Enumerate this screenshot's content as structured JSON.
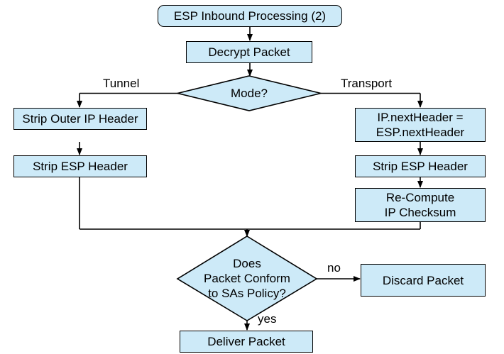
{
  "diagram": {
    "title": "ESP Inbound Processing (2)",
    "type": "flowchart",
    "theme": {
      "node_fill": "#cdeaf8",
      "node_stroke": "#000000",
      "canvas": "#ffffff",
      "text": "#000000"
    },
    "nodes": [
      {
        "id": "start",
        "shape": "rounded",
        "label": "ESP Inbound Processing (2)"
      },
      {
        "id": "decrypt",
        "shape": "rectangle",
        "label": "Decrypt Packet"
      },
      {
        "id": "mode",
        "shape": "diamond",
        "label": "Mode?"
      },
      {
        "id": "strip_outer_ip",
        "shape": "rectangle",
        "label": "Strip Outer IP Header"
      },
      {
        "id": "strip_esp_tunnel",
        "shape": "rectangle",
        "label": "Strip ESP Header"
      },
      {
        "id": "next_header",
        "shape": "rectangle",
        "label": "IP.nextHeader =\nESP.nextHeader"
      },
      {
        "id": "strip_esp_trans",
        "shape": "rectangle",
        "label": "Strip ESP Header"
      },
      {
        "id": "recompute",
        "shape": "rectangle",
        "label": "Re-Compute\nIP Checksum"
      },
      {
        "id": "conform",
        "shape": "diamond",
        "label": "Does\nPacket Conform\nto SAs Policy?"
      },
      {
        "id": "discard",
        "shape": "rectangle",
        "label": "Discard Packet"
      },
      {
        "id": "deliver",
        "shape": "rectangle",
        "label": "Deliver Packet"
      }
    ],
    "edge_labels": {
      "tunnel": "Tunnel",
      "transport": "Transport",
      "no": "no",
      "yes": "yes"
    },
    "edges": [
      {
        "from": "start",
        "to": "decrypt",
        "label": ""
      },
      {
        "from": "decrypt",
        "to": "mode",
        "label": ""
      },
      {
        "from": "mode",
        "to": "strip_outer_ip",
        "label": "Tunnel"
      },
      {
        "from": "mode",
        "to": "next_header",
        "label": "Transport"
      },
      {
        "from": "strip_outer_ip",
        "to": "strip_esp_tunnel",
        "label": ""
      },
      {
        "from": "strip_esp_tunnel",
        "to": "conform",
        "label": ""
      },
      {
        "from": "next_header",
        "to": "strip_esp_trans",
        "label": ""
      },
      {
        "from": "strip_esp_trans",
        "to": "recompute",
        "label": ""
      },
      {
        "from": "recompute",
        "to": "conform",
        "label": ""
      },
      {
        "from": "conform",
        "to": "discard",
        "label": "no"
      },
      {
        "from": "conform",
        "to": "deliver",
        "label": "yes"
      }
    ]
  }
}
